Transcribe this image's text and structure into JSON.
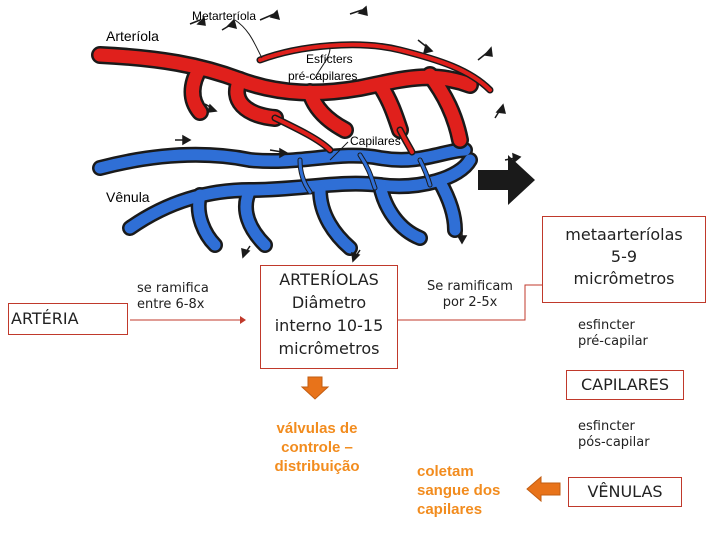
{
  "illustration": {
    "labels": {
      "arteriola": "Arteríola",
      "metarteriola": "Metarteríola",
      "esficteres": "Esfícters",
      "pre_capilares": "pré-capilares",
      "capilares": "Capilares",
      "venula": "Vênula"
    },
    "colors": {
      "artery": "#e0201c",
      "vein": "#2f6fd6",
      "outline": "#1a1a1a"
    }
  },
  "diagram": {
    "arteria": "ARTÉRIA",
    "ramifica_1": "se ramifica",
    "ramifica_2": "entre 6-8x",
    "arteriolas": [
      "ARTERÍOLAS",
      "Diâmetro",
      "interno 10-15",
      "micrômetros"
    ],
    "se_ramificam_1": "Se ramificam",
    "se_ramificam_2": "por 2-5x",
    "metaarteriolas": [
      "metaarteríolas",
      "5-9",
      "micrômetros"
    ],
    "esfincter_pre_1": "esfincter",
    "esfincter_pre_2": "pré-capilar",
    "capilares": "CAPILARES",
    "esfincter_pos_1": "esfincter",
    "esfincter_pos_2": "pós-capilar",
    "venulas": "VÊNULAS",
    "valvulas": [
      "válvulas de",
      "controle –",
      "distribuição"
    ],
    "coletam": [
      "coletam",
      "sangue dos",
      "capilares"
    ],
    "colors": {
      "box_border": "#c0392b",
      "orange_text": "#f28c1e",
      "arrow_fill": "#e8731a",
      "line": "#c0392b"
    }
  }
}
